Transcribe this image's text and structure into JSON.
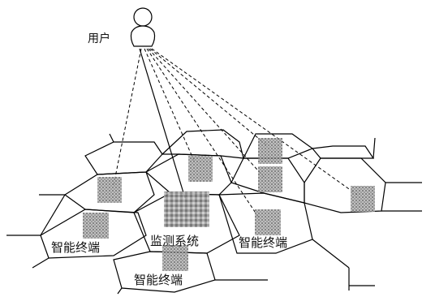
{
  "labels": {
    "user": "用户",
    "monitor": "监测系统",
    "terminal_left": "智能终端",
    "terminal_right": "智能终端",
    "terminal_bottom": "智能终端"
  },
  "colors": {
    "line": "#000000",
    "device": "#8a8a8a",
    "device_dark": "#5a5a5a",
    "background": "#ffffff"
  },
  "icons": {
    "user": "user-icon",
    "device": "smart-terminal-icon",
    "monitor": "monitoring-system-icon"
  }
}
